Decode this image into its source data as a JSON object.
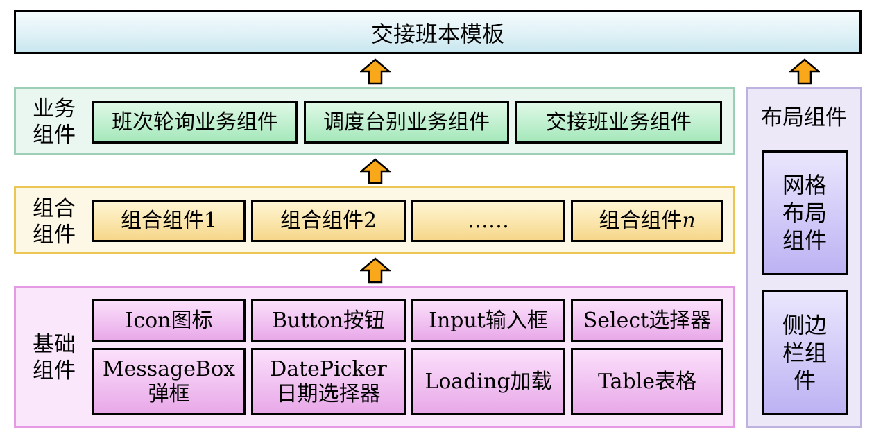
{
  "top_template": "交接班本模板",
  "layers": {
    "business": {
      "label": "业务组件",
      "items": [
        "班次轮询业务组件",
        "调度台别业务组件",
        "交接班业务组件"
      ]
    },
    "combo": {
      "label": "组合组件",
      "items": [
        "组合组件1",
        "组合组件2",
        "……"
      ],
      "last_item_prefix": "组合组件",
      "last_item_suffix": "n"
    },
    "basic": {
      "label": "基础组件",
      "row1": [
        "Icon图标",
        "Button按钮",
        "Input输入框",
        "Select选择器"
      ],
      "row2": [
        {
          "line1": "MessageBox",
          "line2": "弹框"
        },
        {
          "line1": "DatePicker",
          "line2": "日期选择器"
        },
        {
          "line1": "Loading加载",
          "line2": ""
        },
        {
          "line1": "Table表格",
          "line2": ""
        }
      ]
    },
    "layout": {
      "label": "布局组件",
      "items": [
        "网格布局组件",
        "侧边栏组件"
      ]
    }
  },
  "colors": {
    "arrow_fill": "#f9a81a",
    "business_box": "#a5e8bb",
    "combo_box": "#f6d78a",
    "basic_box": "#e8a8e8",
    "layout_box": "#bdb2f3"
  }
}
